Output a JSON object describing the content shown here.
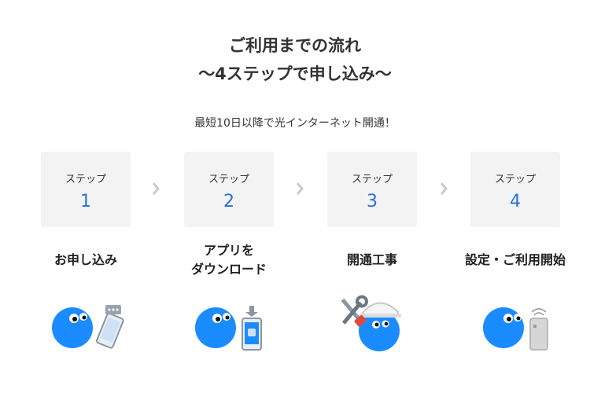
{
  "heading": {
    "line1": "ご利用までの流れ",
    "line2": "〜4ステップで申し込み〜"
  },
  "subtitle": "最短10日以降で光インターネット開通！",
  "steps": [
    {
      "label": "ステップ",
      "number": "1",
      "name": "お申し込み",
      "icon": "person-with-smartphone-icon"
    },
    {
      "label": "ステップ",
      "number": "2",
      "name_line1": "アプリを",
      "name_line2": "ダウンロード",
      "icon": "person-downloading-app-icon"
    },
    {
      "label": "ステップ",
      "number": "3",
      "name": "開通工事",
      "icon": "person-with-helmet-and-tools-icon"
    },
    {
      "label": "ステップ",
      "number": "4",
      "name": "設定・ご利用開始",
      "icon": "person-with-router-icon"
    }
  ],
  "colors": {
    "accent": "#2b6fd6",
    "character": "#1a8cff",
    "card": "#f3f3f3",
    "arrow": "#cccccc"
  }
}
